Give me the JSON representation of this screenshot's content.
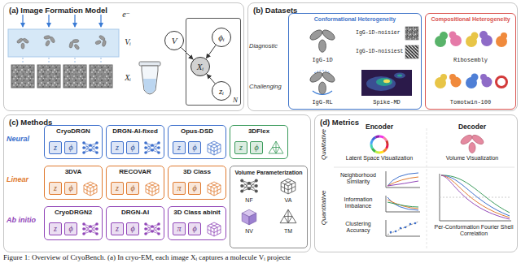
{
  "diagram": {
    "caption": "Figure 1: Overview of CryoBench. (a) In cryo-EM, each image Xᵢ captures a molecule Vᵢ projecte",
    "nodes": [
      {
        "text": [
          "(a) Image Formation Model"
        ]
      },
      {
        "text": [
          "V"
        ],
        "in": 0
      },
      {
        "text": [
          "N"
        ],
        "in": 0
      },
      {
        "text": [
          "ϕᵢ"
        ],
        "in": 2
      },
      {
        "text": [
          "Xᵢ"
        ],
        "in": 2
      },
      {
        "text": [
          "zᵢ"
        ],
        "in": 2
      },
      {
        "text": [
          "(b) Datasets"
        ]
      },
      {
        "text": [
          "Conformational Heterogeneity"
        ],
        "in": 6
      },
      {
        "text": [
          "IgG-1D"
        ],
        "in": 7
      },
      {
        "text": [
          "IgG-1D-noisier"
        ],
        "in": 7
      },
      {
        "text": [
          "IgG-1D-noisiest"
        ],
        "in": 7
      },
      {
        "text": [
          "IgG-RL"
        ],
        "in": 7
      },
      {
        "text": [
          "Spike-MD"
        ],
        "in": 7
      },
      {
        "text": [
          "Compositional Heterogeneity"
        ],
        "in": 6
      },
      {
        "text": [
          "Ribosembly"
        ],
        "in": 13
      },
      {
        "text": [
          "Tomotwin-100"
        ],
        "in": 13
      },
      {
        "text": [
          "(c) Methods"
        ]
      },
      {
        "text": [
          "CryoDRGN"
        ],
        "in": 16
      },
      {
        "text": [
          "z"
        ],
        "in": 17
      },
      {
        "text": [
          "ϕ"
        ],
        "in": 17
      },
      {
        "text": [
          "DRGN-AI-fixed"
        ],
        "in": 16
      },
      {
        "text": [
          "z"
        ],
        "in": 20
      },
      {
        "text": [
          "ϕ"
        ],
        "in": 20
      },
      {
        "text": [
          "Opus-DSD"
        ],
        "in": 16
      },
      {
        "text": [
          "z"
        ],
        "in": 23
      },
      {
        "text": [
          "ϕ"
        ],
        "in": 23
      },
      {
        "text": [
          "3DFlex"
        ],
        "in": 16
      },
      {
        "text": [
          "z"
        ],
        "in": 26
      },
      {
        "text": [
          "ϕ"
        ],
        "in": 26
      },
      {
        "text": [
          "3DVA"
        ],
        "in": 16
      },
      {
        "text": [
          "z"
        ],
        "in": 29
      },
      {
        "text": [
          "ϕ"
        ],
        "in": 29
      },
      {
        "text": [
          "RECOVAR"
        ],
        "in": 16
      },
      {
        "text": [
          "z"
        ],
        "in": 32
      },
      {
        "text": [
          "ϕ"
        ],
        "in": 32
      },
      {
        "text": [
          "3D Class"
        ],
        "in": 16
      },
      {
        "text": [
          "π"
        ],
        "in": 35
      },
      {
        "text": [
          "ϕ"
        ],
        "in": 35
      },
      {
        "text": [
          "Volume Parameterization"
        ],
        "in": 16
      },
      {
        "text": [
          "CryoDRGN2"
        ],
        "in": 16
      },
      {
        "text": [
          "z"
        ],
        "in": 39
      },
      {
        "text": [
          "ϕ"
        ],
        "in": 39
      },
      {
        "text": [
          "DRGN-AI"
        ],
        "in": 16
      },
      {
        "text": [
          "z"
        ],
        "in": 42
      },
      {
        "text": [
          "ϕ"
        ],
        "in": 42
      },
      {
        "text": [
          "3D Class abinit"
        ],
        "in": 16
      },
      {
        "text": [
          "π"
        ],
        "in": 45
      },
      {
        "text": [
          "ϕ"
        ],
        "in": 45
      },
      {
        "text": [
          "(d) Metrics"
        ]
      }
    ],
    "edges": [
      {
        "from": 1,
        "to": 4,
        "arrow": "to"
      },
      {
        "from": 3,
        "to": 4,
        "arrow": "to"
      },
      {
        "from": 5,
        "to": 4,
        "arrow": "to"
      }
    ],
    "labels": [
      "e⁻",
      "Vᵢ",
      "Xᵢ",
      "Diagnostic",
      "Challenging",
      "Neural",
      "Linear",
      "Ab initio",
      "NF",
      "VA",
      "NV",
      "TM",
      "Encoder",
      "Decoder",
      "Qualitative",
      "Quantitative",
      "Latent Space Visualization",
      "Volume Visualization",
      "Neighborhood Similarity",
      "Information Imbalance",
      "Clustering Accuracy",
      "Per-Conformation Fourier Shell Correlation"
    ]
  }
}
